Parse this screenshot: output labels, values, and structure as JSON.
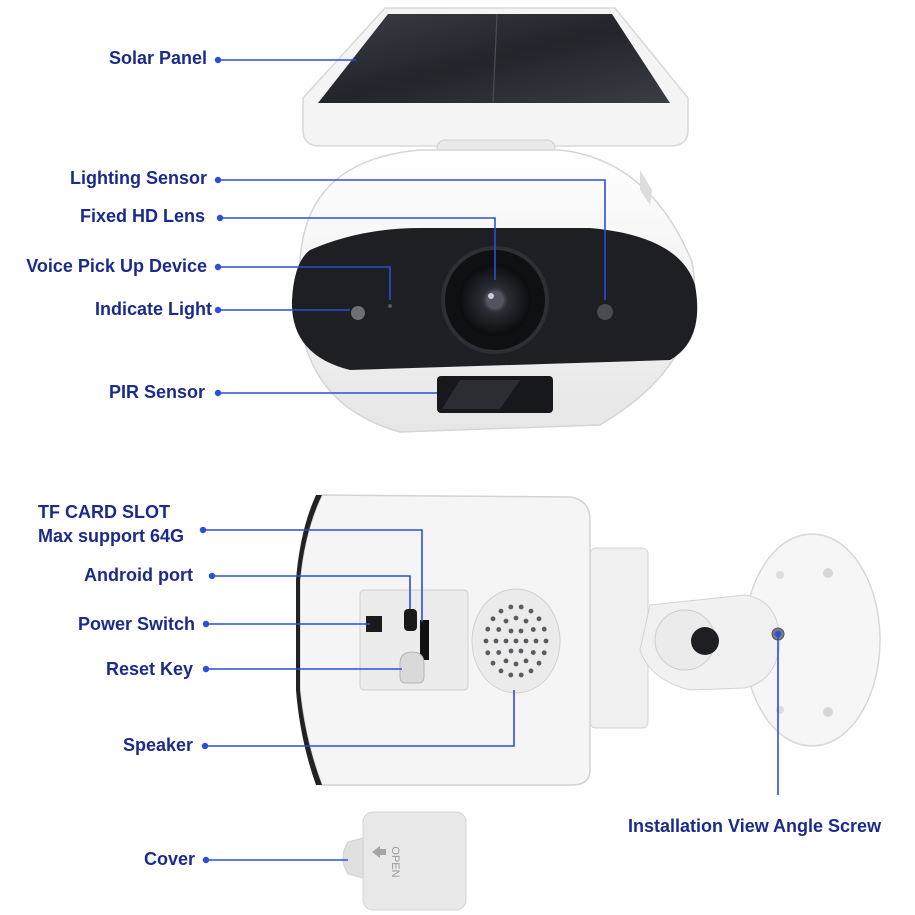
{
  "colors": {
    "label": "#1a2b8c",
    "leader": "#2b4fd8",
    "camera_body": "#f2f2f2",
    "lens_face": "#1f1f1f",
    "solar": "#2a2c31"
  },
  "labels": {
    "solar_panel": "Solar Panel",
    "lighting_sensor": "Lighting Sensor",
    "fixed_hd_lens": "Fixed HD Lens",
    "voice_pickup": "Voice Pick Up Device",
    "indicate_light": "Indicate Light",
    "pir_sensor": "PIR Sensor",
    "tf_card_line1": "TF CARD SLOT",
    "tf_card_line2": "Max support 64G",
    "android_port": "Android port",
    "power_switch": "Power Switch",
    "reset_key": "Reset Key",
    "speaker": "Speaker",
    "cover": "Cover",
    "install_screw": "Installation View Angle Screw",
    "cover_tab_text": "OPEN"
  }
}
